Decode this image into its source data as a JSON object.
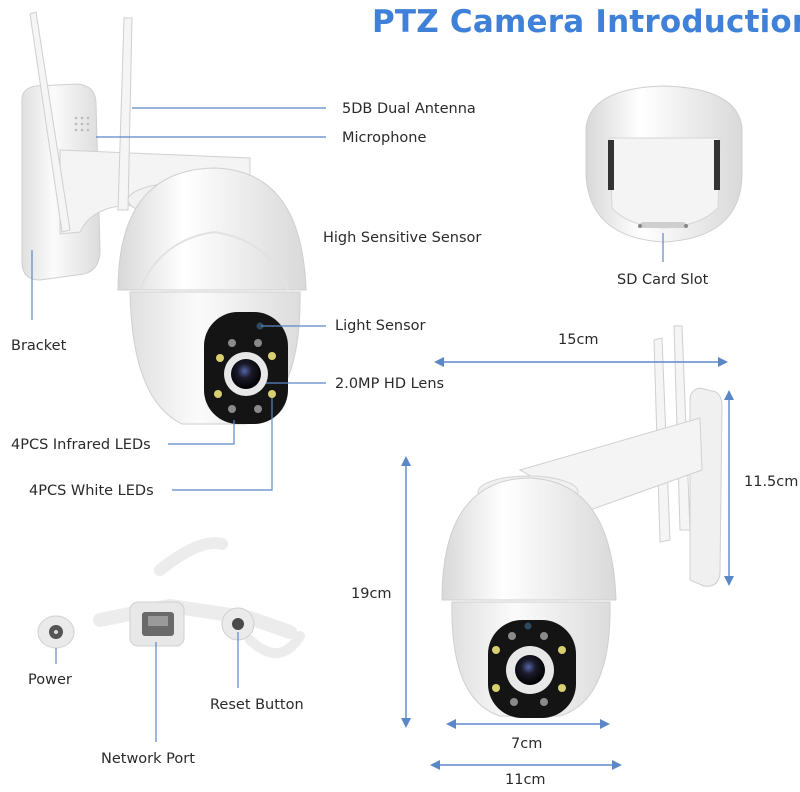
{
  "title": "PTZ Camera Introduction",
  "labels": {
    "dual_antenna": "5DB Dual Antenna",
    "microphone": "Microphone",
    "high_sensitive_sensor": "High Sensitive Sensor",
    "sd_card_slot": "SD Card Slot",
    "bracket": "Bracket",
    "light_sensor": "Light Sensor",
    "hd_lens": "2.0MP HD Lens",
    "infrared_leds": "4PCS Infrared LEDs",
    "white_leds": "4PCS White LEDs",
    "power": "Power",
    "reset_button": "Reset Button",
    "network_port": "Network Port"
  },
  "dimensions": {
    "width_top": "15cm",
    "height_mount": "11.5cm",
    "height_total": "19cm",
    "width_dome": "7cm",
    "width_base": "11cm"
  },
  "colors": {
    "accent": "#3f80d8",
    "leader_line": "#5b87c7",
    "camera_body": "#f2f2f2",
    "lens_face": "#141414"
  }
}
